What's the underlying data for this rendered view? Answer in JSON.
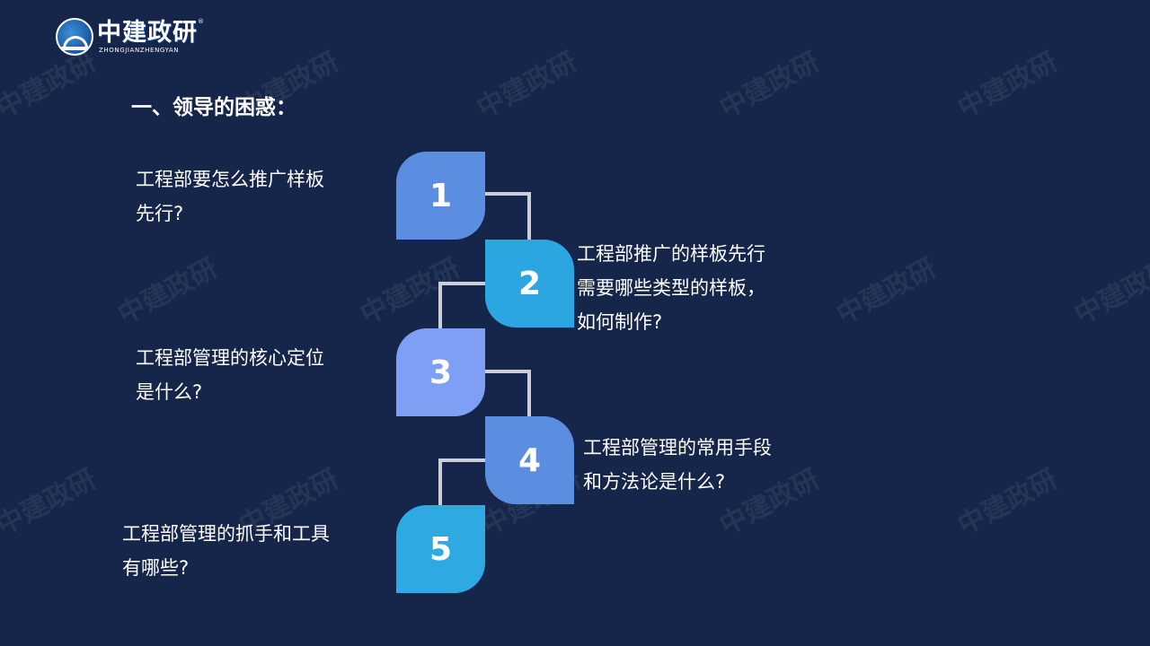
{
  "logo": {
    "text": "中建政研",
    "subtitle": "ZHONGJIANZHENGYAN",
    "registered": "®"
  },
  "watermark": "中建政研",
  "heading": "一、领导的困惑：",
  "steps": [
    {
      "number": "1",
      "color": "#5b8ee0",
      "question": [
        "工程部要怎么推广样板",
        "先行?"
      ]
    },
    {
      "number": "2",
      "color": "#2ba6e1",
      "question": [
        "工程部推广的样板先行",
        "需要哪些类型的样板，",
        "如何制作?"
      ]
    },
    {
      "number": "3",
      "color": "#7f9ff5",
      "question": [
        "工程部管理的核心定位",
        "是什么?"
      ]
    },
    {
      "number": "4",
      "color": "#5b8ee0",
      "question": [
        "工程部管理的常用手段",
        "和方法论是什么?"
      ]
    },
    {
      "number": "5",
      "color": "#2fa9e2",
      "question": [
        "工程部管理的抓手和工具",
        "有哪些?"
      ]
    }
  ]
}
